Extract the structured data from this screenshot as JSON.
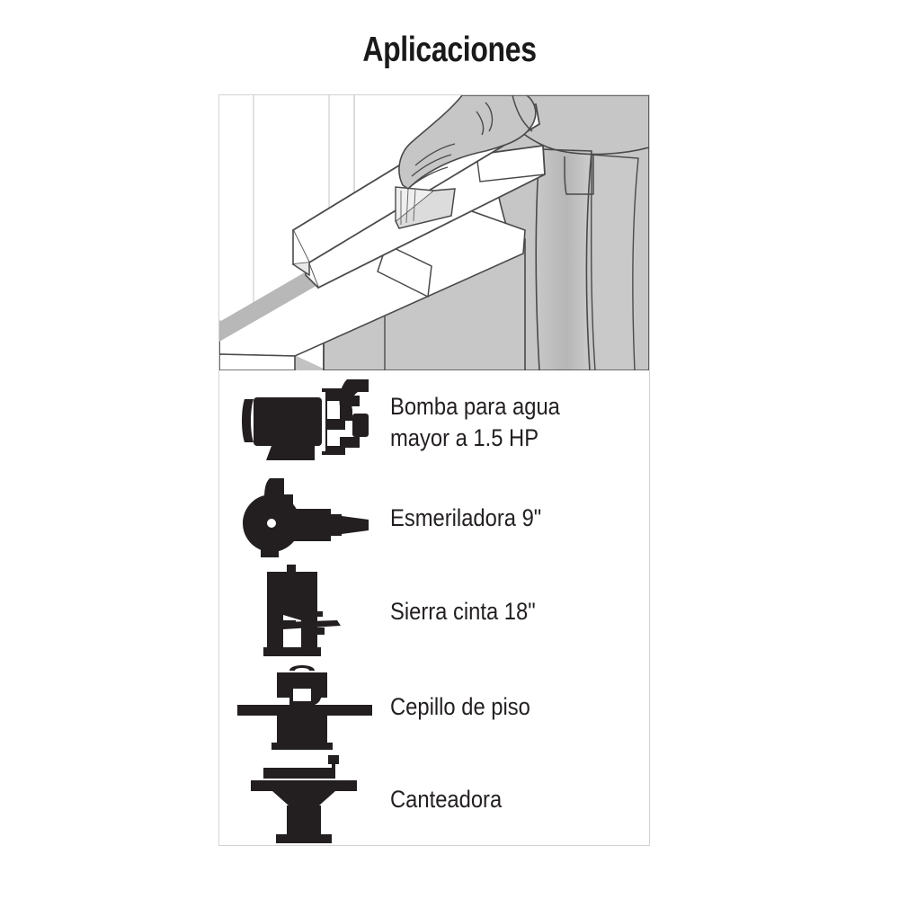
{
  "page": {
    "title": "Aplicaciones",
    "background_color": "#ffffff",
    "panel_border_color": "#d2d2d2",
    "text_color": "#231f20",
    "icon_color": "#231f20"
  },
  "illustration": {
    "name": "woodworking-jointer-illustration",
    "description": "Line drawing of a person feeding a wooden board across a jointer table",
    "line_color": "#3a3a3a",
    "shade_light": "#d8d8d8",
    "shade_mid": "#c2c2c2",
    "shade_dark": "#a9a9a9",
    "white": "#ffffff"
  },
  "applications": [
    {
      "icon": "water-pump-icon",
      "label": "Bomba para agua\nmayor a 1.5 HP"
    },
    {
      "icon": "angle-grinder-icon",
      "label": "Esmeriladora 9\""
    },
    {
      "icon": "band-saw-icon",
      "label": "Sierra cinta 18\""
    },
    {
      "icon": "floor-planer-icon",
      "label": "Cepillo de piso"
    },
    {
      "icon": "jointer-icon",
      "label": "Canteadora"
    }
  ]
}
